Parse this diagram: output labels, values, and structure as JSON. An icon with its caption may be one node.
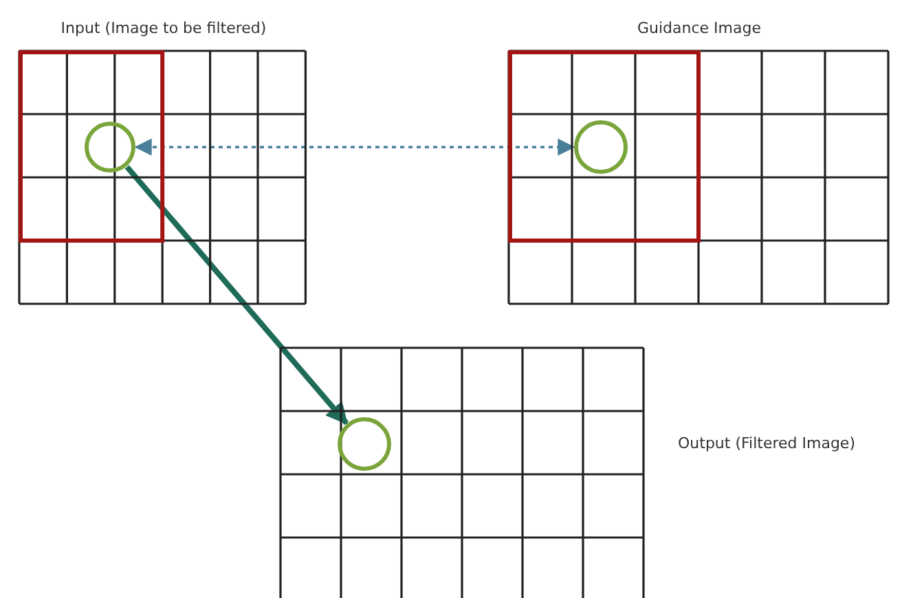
{
  "diagram": {
    "nodes": [
      {
        "text": [
          "Input (Image to be filtered)"
        ]
      },
      {
        "text": [
          "Guidance Image"
        ]
      },
      {
        "text": [
          "Output (Filtered Image)"
        ]
      },
      {
        "text": [],
        "shape": "circle",
        "in": 0
      },
      {
        "text": [],
        "shape": "circle",
        "in": 1
      },
      {
        "text": [],
        "shape": "circle",
        "in": 2
      }
    ],
    "edges": [
      {
        "from": 3,
        "to": 4,
        "arrow": "both",
        "style": "dashed",
        "color": "#4a7f9a"
      },
      {
        "from": 3,
        "to": 5,
        "arrow": "to",
        "style": "thick"
      }
    ]
  }
}
